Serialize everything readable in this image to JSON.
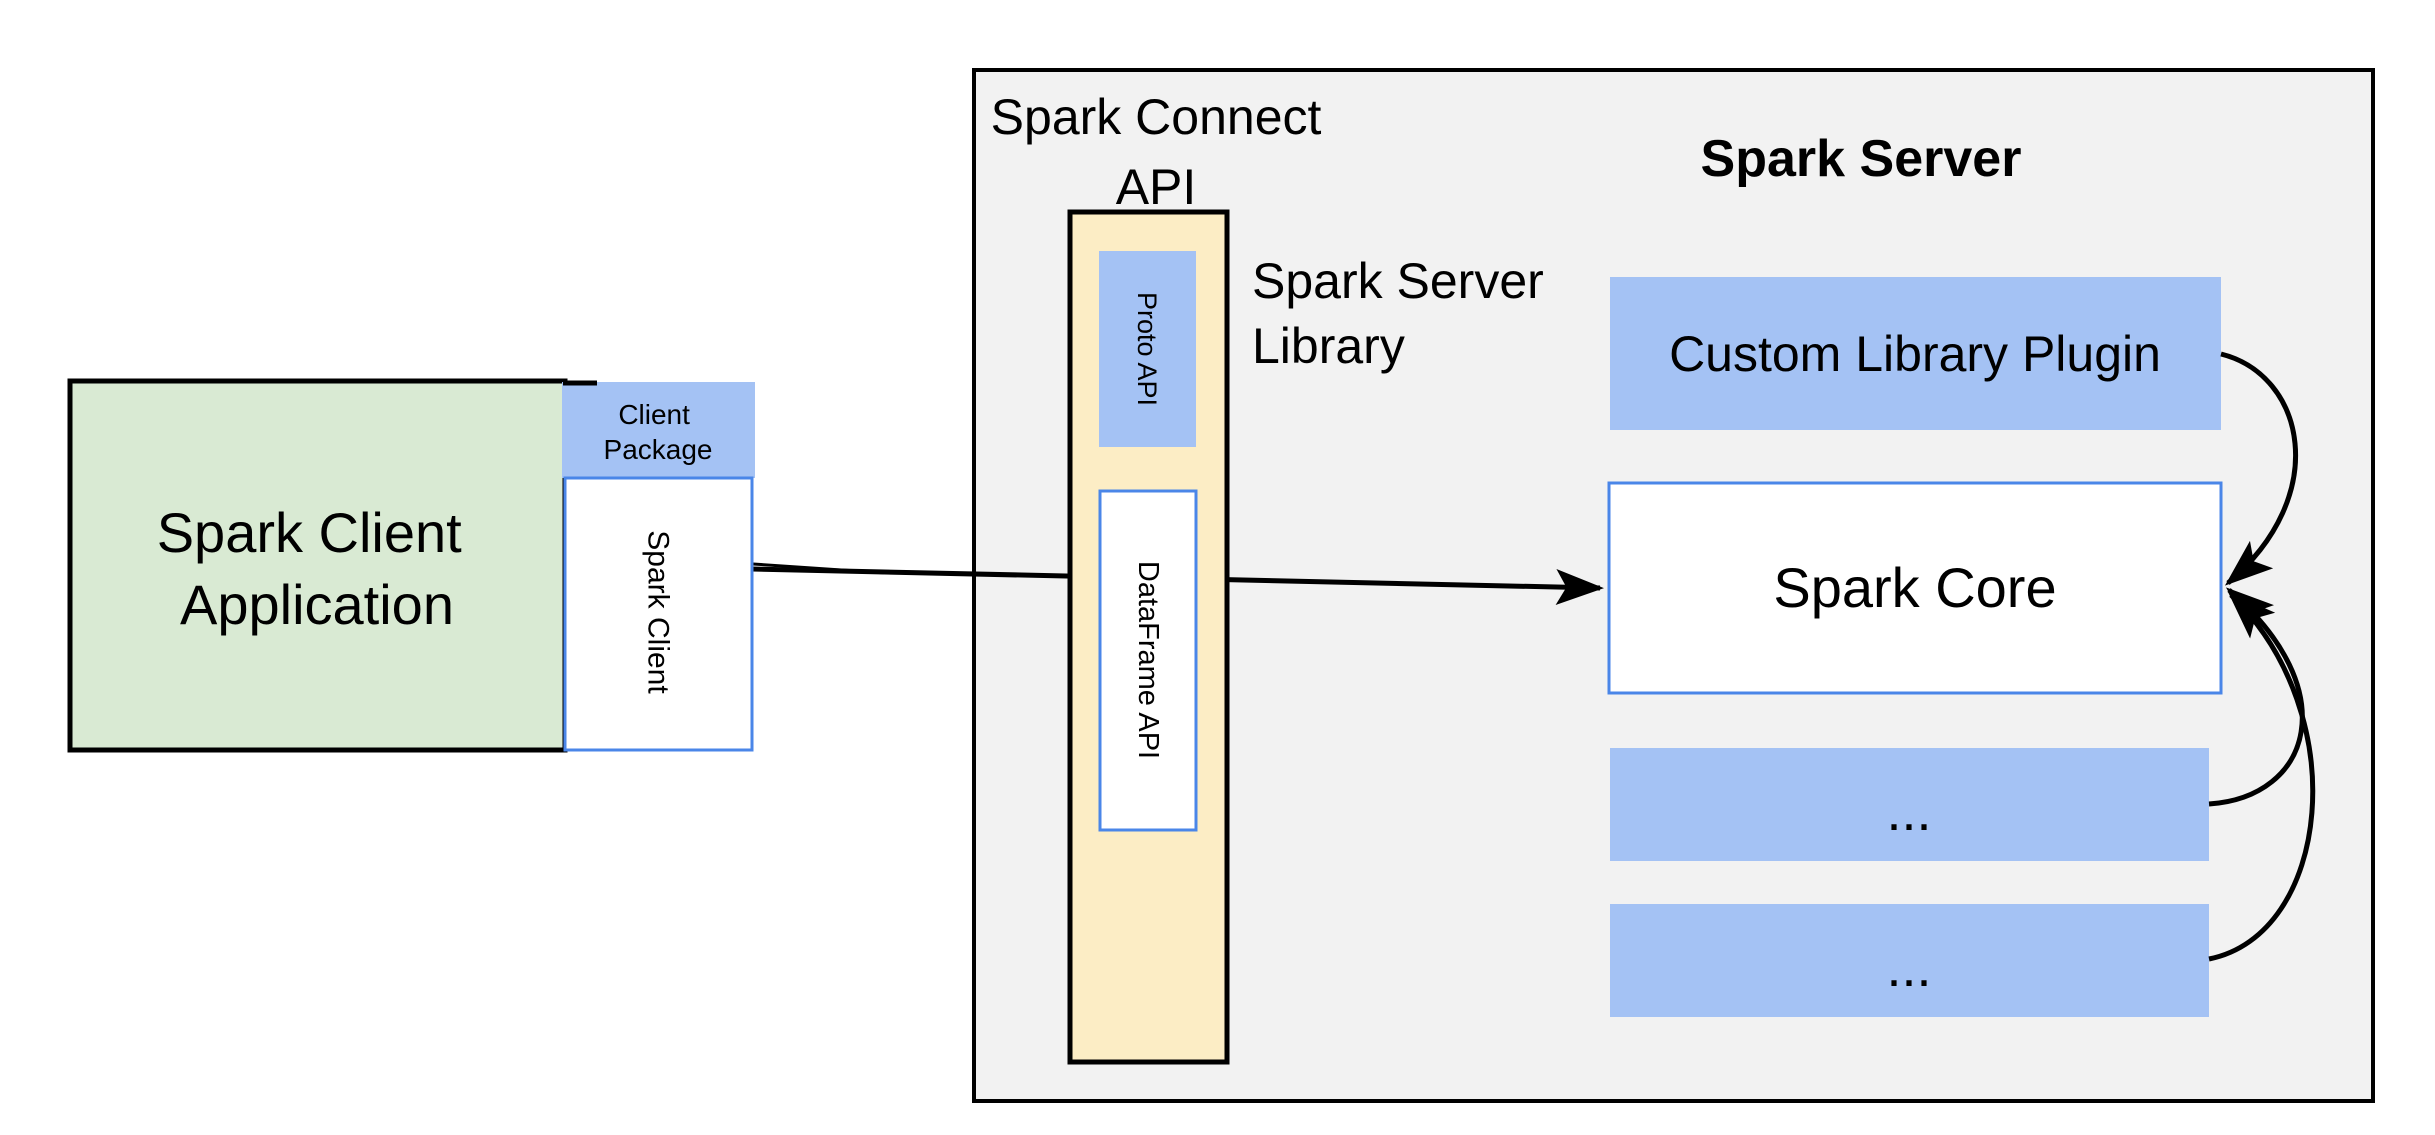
{
  "diagram": {
    "client_app": {
      "line1": "Spark Client",
      "line2": "Application"
    },
    "client_package": {
      "line1": "Client",
      "line2": "Package"
    },
    "spark_client_label": "Spark Client",
    "connect_api": {
      "line1": "Spark Connect",
      "line2": "API"
    },
    "proto_api_label": "Proto API",
    "dataframe_api_label": "DataFrame API",
    "server_library": {
      "line1": "Spark Server",
      "line2": "Library"
    },
    "spark_server_title": "Spark Server",
    "plugin_label": "Custom Library Plugin",
    "spark_core_label": "Spark Core",
    "more_box_1": "...",
    "more_box_2": "..."
  },
  "colors": {
    "background": "#ffffff",
    "server_panel_fill": "#f2f2f2",
    "client_app_fill": "#d9ead3",
    "accent_blue_fill": "#a4c2f4",
    "library_fill": "#fcedc5",
    "box_blue_border": "#4a86e8",
    "line_black": "#000000"
  }
}
